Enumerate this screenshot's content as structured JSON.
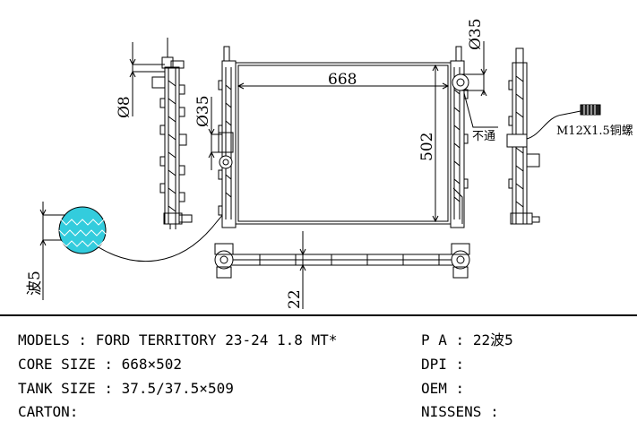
{
  "drawing": {
    "dimensions": {
      "width": "668",
      "height": "502",
      "inlet_outlet_right": "Ø35",
      "inlet_outlet_left": "Ø35",
      "small_pipe": "Ø8",
      "tank_offset": "22",
      "fin": "波5"
    },
    "notes": {
      "no_through": "不通",
      "thread": "M12X1.5铜螺"
    }
  },
  "specs": {
    "models_label": "MODELS",
    "models_value": "FORD TERRITORY 23-24 1.8 MT*",
    "core_label": "CORE SIZE",
    "core_value": "668×502",
    "tank_label": "TANK SIZE",
    "tank_value": "37.5/37.5×509",
    "carton_label": "CARTON:",
    "pa_label": "P A",
    "pa_value": "22波5",
    "dpi_label": "DPI",
    "dpi_value": "",
    "oem_label": "OEM",
    "oem_value": "",
    "nissens_label": "NISSENS",
    "nissens_value": ""
  }
}
